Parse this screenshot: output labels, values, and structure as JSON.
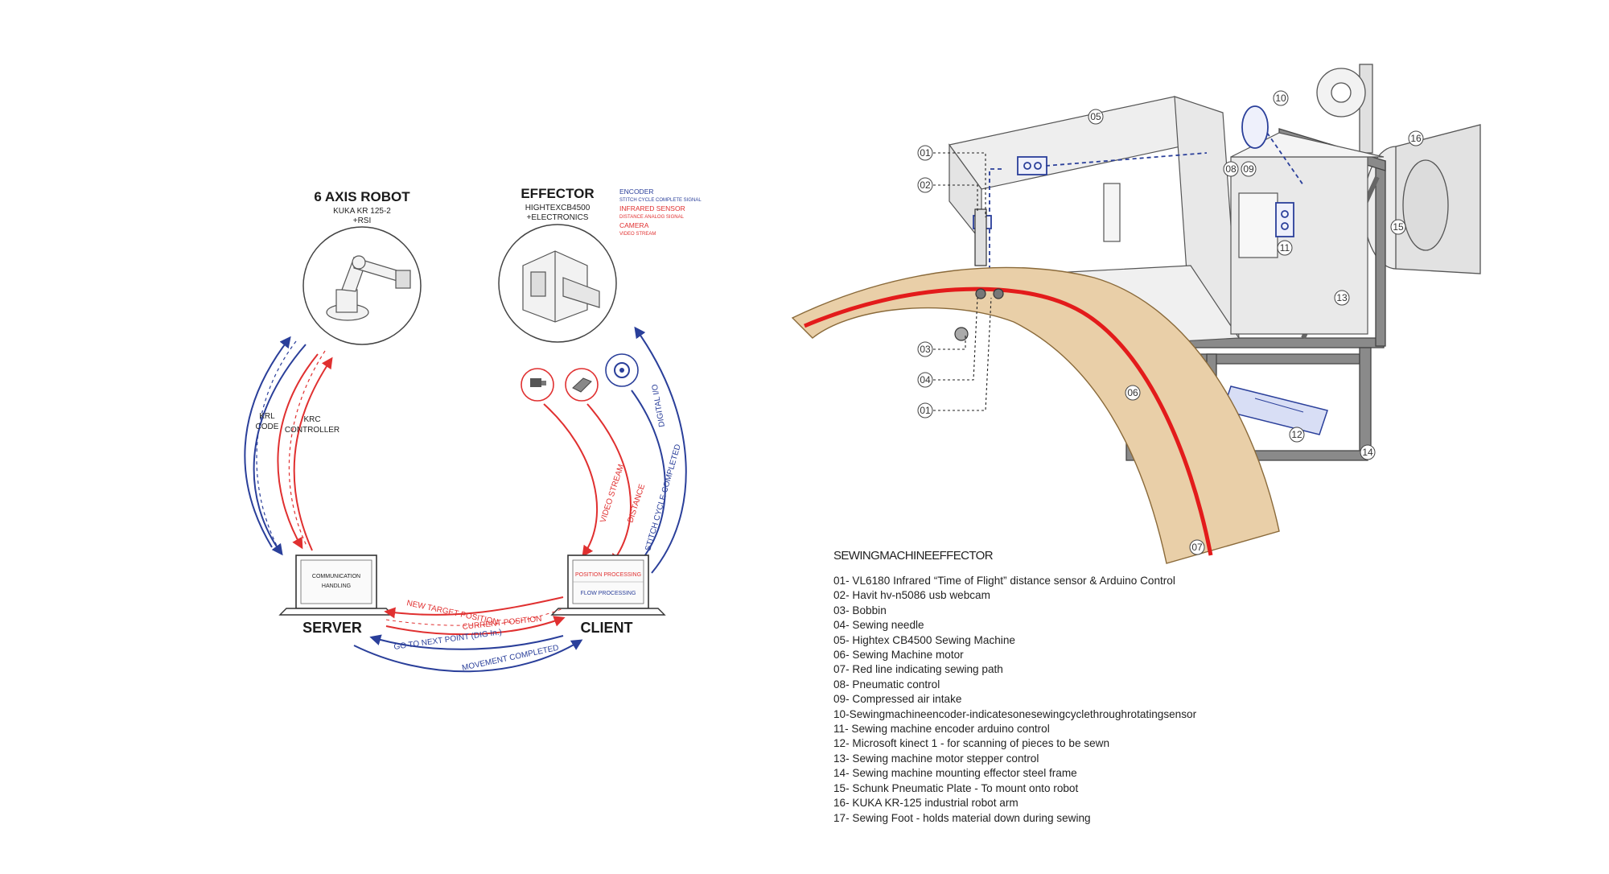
{
  "robot": {
    "title": "6 AXIS ROBOT",
    "model": "KUKA KR 125-2",
    "option": "+RSI"
  },
  "effector": {
    "title": "EFFECTOR",
    "model": "HIGHTEXCB4500",
    "option": "+ELECTRONICS",
    "sensors": [
      {
        "name": "ENCODER",
        "desc": "STITCH CYCLE COMPLETE SIGNAL",
        "color": "#2a3f9a"
      },
      {
        "name": "INFRARED SENSOR",
        "desc": "DISTANCE ANALOG SIGNAL",
        "color": "#e03030"
      },
      {
        "name": "CAMERA",
        "desc": "VIDEO STREAM",
        "color": "#e03030"
      }
    ]
  },
  "left_labels": {
    "krl": "KRL",
    "code": "CODE",
    "krc": "KRC",
    "controller": "CONTROLLER"
  },
  "server": {
    "label": "SERVER",
    "screen_line1": "COMMUNICATION",
    "screen_line2": "HANDLING"
  },
  "client": {
    "label": "CLIENT",
    "screen_line1": "POSITION PROCESSING",
    "screen_line2": "FLOW PROCESSING"
  },
  "arrows": {
    "new_target": "NEW TARGET POSITION",
    "current_position": "CURRENT POSITION",
    "go_next": "GO TO NEXT POINT (DIG In.)",
    "movement_completed": "MOVEMENT COMPLETED",
    "video_stream": "VIDEO STREAM",
    "distance": "DISTANCE",
    "stitch_cycle": "STITCH CYCLE COMPLETED",
    "digital_io": "DIGITAL I/O"
  },
  "callouts": [
    "01",
    "02",
    "03",
    "04",
    "01",
    "05",
    "06",
    "07",
    "08",
    "09",
    "10",
    "11",
    "12",
    "13",
    "14",
    "15",
    "16"
  ],
  "legend": {
    "heading": "SEWINGMACHINEEFFECTOR",
    "items": [
      "01- VL6180 Infrared “Time of Flight” distance sensor & Arduino Control",
      "02- Havit hv-n5086 usb webcam",
      "03- Bobbin",
      "04- Sewing needle",
      "05- Hightex CB4500 Sewing Machine",
      "06- Sewing Machine motor",
      "07- Red line indicating sewing path",
      "08- Pneumatic control",
      "09- Compressed air intake",
      "10-Sewingmachineencoder-indicatesonesewingcyclethroughrotatingsensor",
      "11- Sewing machine encoder arduino control",
      "12- Microsoft kinect 1 - for scanning of pieces to be sewn",
      "13- Sewing machine motor stepper control",
      "14- Sewing machine mounting effector steel frame",
      "15- Schunk Pneumatic Plate - To mount onto robot",
      "16- KUKA KR-125 industrial robot arm",
      "17- Sewing Foot - holds material down during sewing"
    ]
  },
  "colors": {
    "blue": "#2a3f9a",
    "red": "#e03030",
    "wood": "#e9cfa8",
    "steel": "#8a8a8a"
  }
}
